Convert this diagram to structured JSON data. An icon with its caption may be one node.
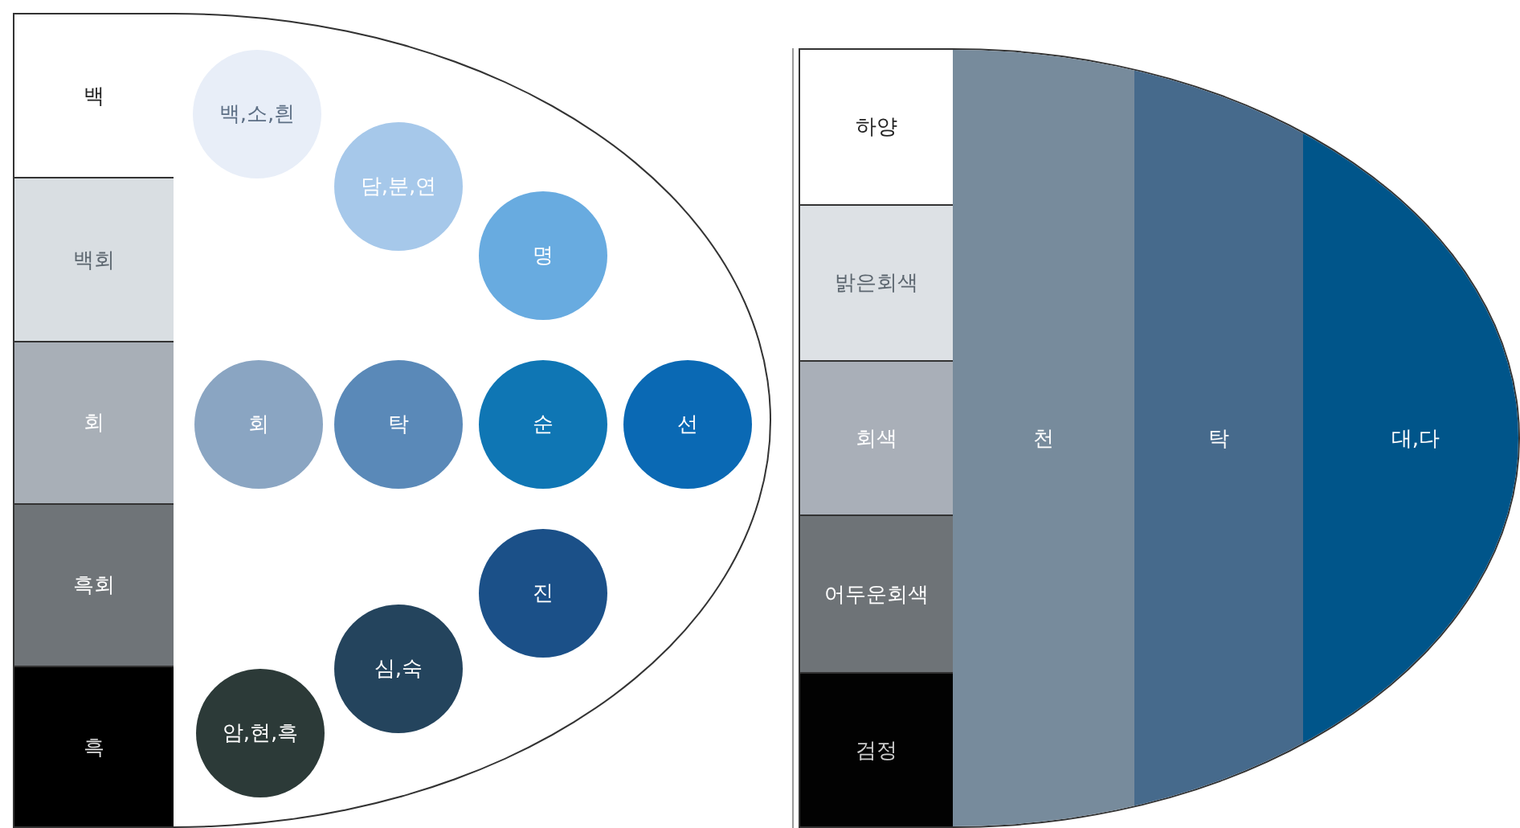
{
  "diagram": {
    "nodes": [
      {
        "text": [
          "백"
        ]
      },
      {
        "text": [
          "백회"
        ]
      },
      {
        "text": [
          "회"
        ]
      },
      {
        "text": [
          "흑회"
        ]
      },
      {
        "text": [
          "흑"
        ]
      },
      {
        "text": [],
        "shape": "ellipse"
      },
      {
        "text": [
          "백,소,흰"
        ],
        "in": 5
      },
      {
        "text": [
          "담,분,연"
        ],
        "in": 5
      },
      {
        "text": [
          "명"
        ],
        "in": 5
      },
      {
        "text": [
          "회"
        ],
        "in": 5
      },
      {
        "text": [
          "탁"
        ],
        "in": 5
      },
      {
        "text": [
          "순"
        ],
        "in": 5
      },
      {
        "text": [
          "선"
        ],
        "in": 5
      },
      {
        "text": [
          "진"
        ],
        "in": 5
      },
      {
        "text": [
          "심,숙"
        ],
        "in": 5
      },
      {
        "text": [
          "암,현,흑"
        ],
        "in": 5
      },
      {
        "text": [
          "하양"
        ]
      },
      {
        "text": [
          "밝은회색"
        ]
      },
      {
        "text": [
          "회색"
        ]
      },
      {
        "text": [
          "어두운회색"
        ]
      },
      {
        "text": [
          "검정"
        ]
      },
      {
        "text": [],
        "shape": "ellipse"
      },
      {
        "text": [
          "천"
        ],
        "in": 21
      },
      {
        "text": [
          "탁"
        ],
        "in": 21
      },
      {
        "text": [
          "대,다"
        ],
        "in": 21
      }
    ]
  }
}
